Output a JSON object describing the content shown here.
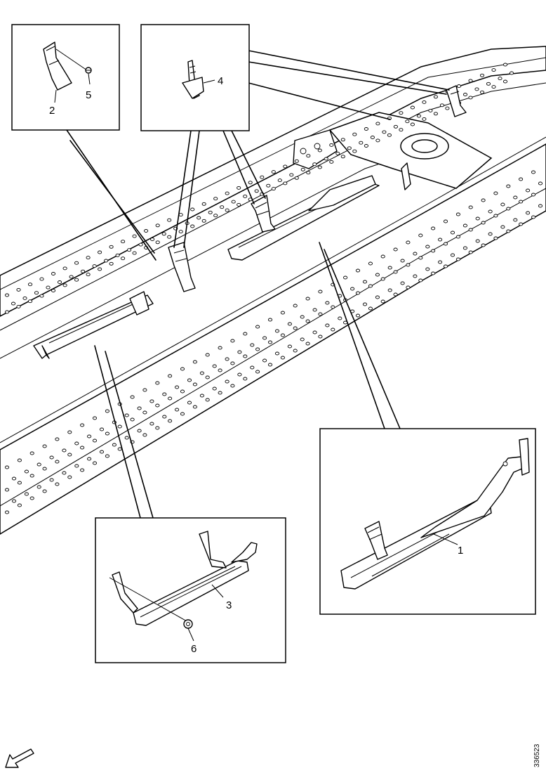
{
  "diagram": {
    "callouts": {
      "bracket_1": "1",
      "bracket_2": "2",
      "bracket_3": "3",
      "clip_4": "4",
      "screw_5": "5",
      "nut_6": "6"
    },
    "reference_number": "336523",
    "icons": {
      "direction_arrow": "direction-arrow-icon"
    }
  }
}
